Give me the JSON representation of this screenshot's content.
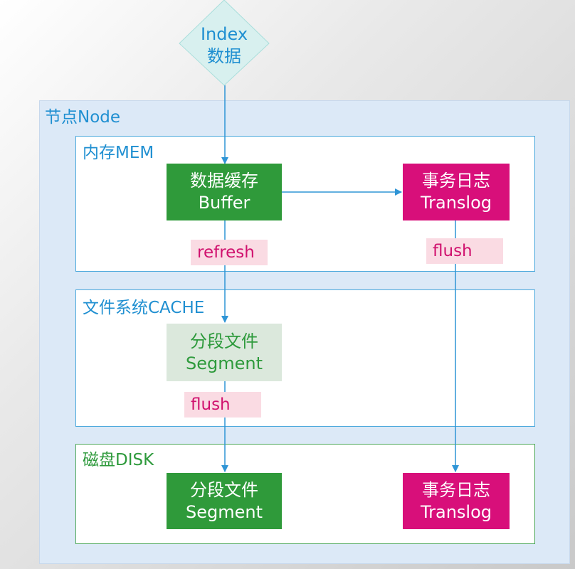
{
  "index": {
    "line1": "Index",
    "line2": "数据"
  },
  "node": {
    "label": "节点Node"
  },
  "mem": {
    "label": "内存MEM",
    "buffer": {
      "line1": "数据缓存",
      "line2": "Buffer"
    },
    "translog": {
      "line1": "事务日志",
      "line2": "Translog"
    },
    "refresh_label": "refresh",
    "flush_label": "flush"
  },
  "cache": {
    "label": "文件系统CACHE",
    "segment": {
      "line1": "分段文件",
      "line2": "Segment"
    },
    "flush_label": "flush"
  },
  "disk": {
    "label": "磁盘DISK",
    "segment": {
      "line1": "分段文件",
      "line2": "Segment"
    },
    "translog": {
      "line1": "事务日志",
      "line2": "Translog"
    }
  },
  "colors": {
    "node_bg": "#dce9f7",
    "section_border_blue": "#4aa8dc",
    "section_border_green": "#4ea85a",
    "green": "#2f9a3a",
    "magenta": "#d80f7a",
    "pale_green": "#dbe8dc",
    "pink": "#fadbe3",
    "diamond": "#d8f0ef",
    "arrow": "#2f95d6"
  }
}
